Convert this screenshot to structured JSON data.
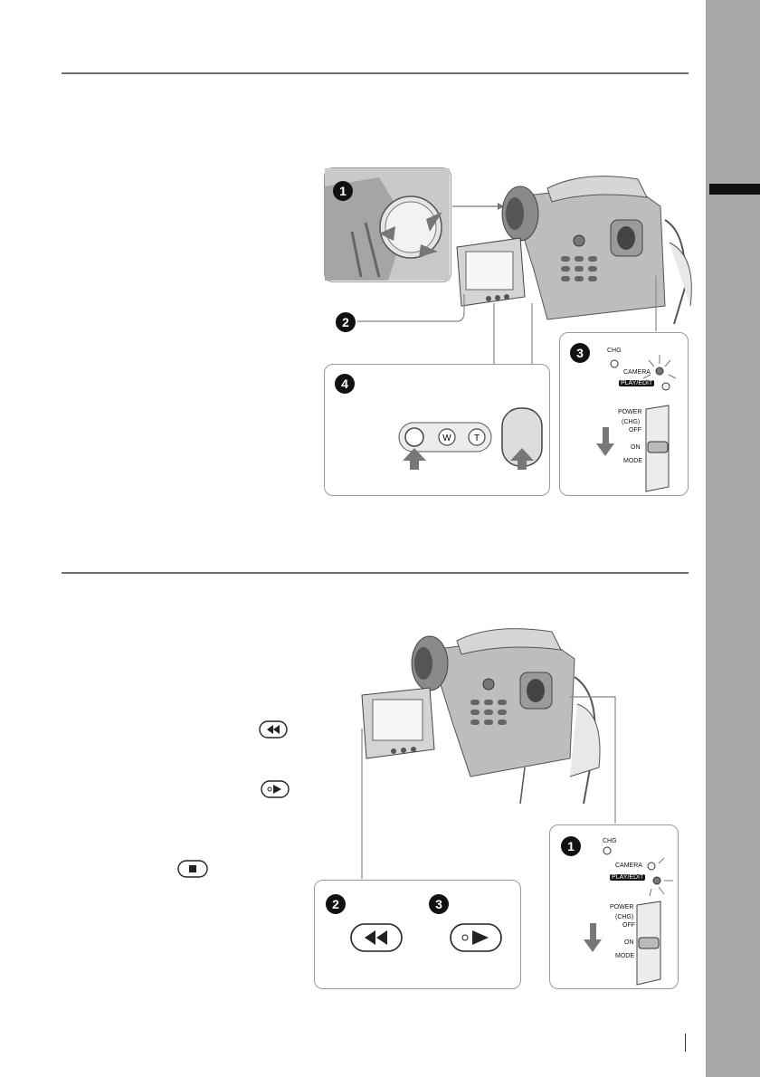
{
  "side_tab": {
    "color": "#a8a8a8"
  },
  "section1": {
    "steps": {
      "one": "1",
      "two": "2",
      "three": "3",
      "four": "4"
    },
    "switch_panel": {
      "chg": "CHG",
      "camera": "CAMERA",
      "play_edit": "PLAY/EDIT",
      "power": "POWER",
      "chg_paren": "(CHG)",
      "off": "OFF",
      "on": "ON",
      "mode": "MODE"
    },
    "zoom_buttons": {
      "w": "W",
      "t": "T"
    }
  },
  "section2": {
    "steps": {
      "one": "1",
      "two": "2",
      "three": "3"
    },
    "switch_panel": {
      "chg": "CHG",
      "camera": "CAMERA",
      "play_edit": "PLAY/EDIT",
      "power": "POWER",
      "chg_paren": "(CHG)",
      "off": "OFF",
      "on": "ON",
      "mode": "MODE"
    },
    "icons": [
      "rewind-icon",
      "play-icon",
      "stop-icon"
    ]
  }
}
